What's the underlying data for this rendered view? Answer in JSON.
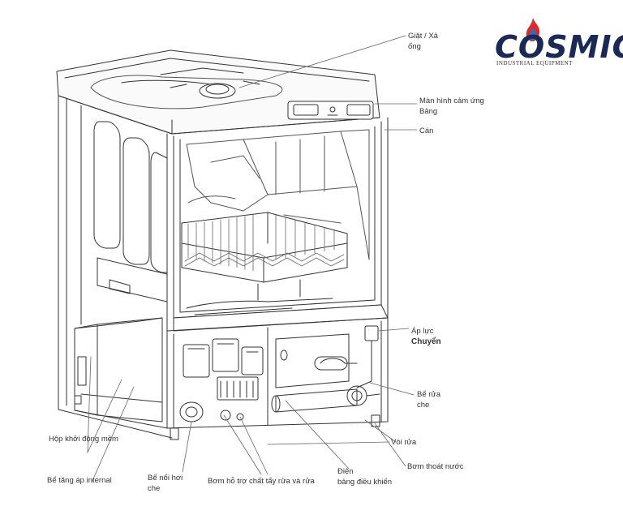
{
  "logo": {
    "brand": "COSMIC",
    "tagline": "INDUSTRIAL EQUIPMENT",
    "colors": {
      "text": "#1a2a55",
      "flame_red": "#d62c2c",
      "flame_blue": "#2a6fd0"
    }
  },
  "labels": {
    "wash_rinse_arm": [
      "Giặt / Xả",
      "ống"
    ],
    "touch_panel": [
      "Màn hình cảm ứng",
      "Bảng"
    ],
    "handle": "Cán",
    "pressure_switch": [
      "Áp lực",
      "Chuyển"
    ],
    "wash_tank": [
      "Bể rửa",
      "che"
    ],
    "rinse_faucet": "Vòi rửa",
    "drain_pump": "Bơm thoát nước",
    "soft_start_box": "Hộp khởi động mềm",
    "internal_booster_tank": "Bể tăng áp internal",
    "float_tank": [
      "Bể nổi hơi",
      "che"
    ],
    "detergent_rinse_pump": "Bơm hỗ trợ chất tẩy rửa và rửa",
    "electric_control_board": [
      "Điện",
      "bảng điều khiển"
    ]
  }
}
